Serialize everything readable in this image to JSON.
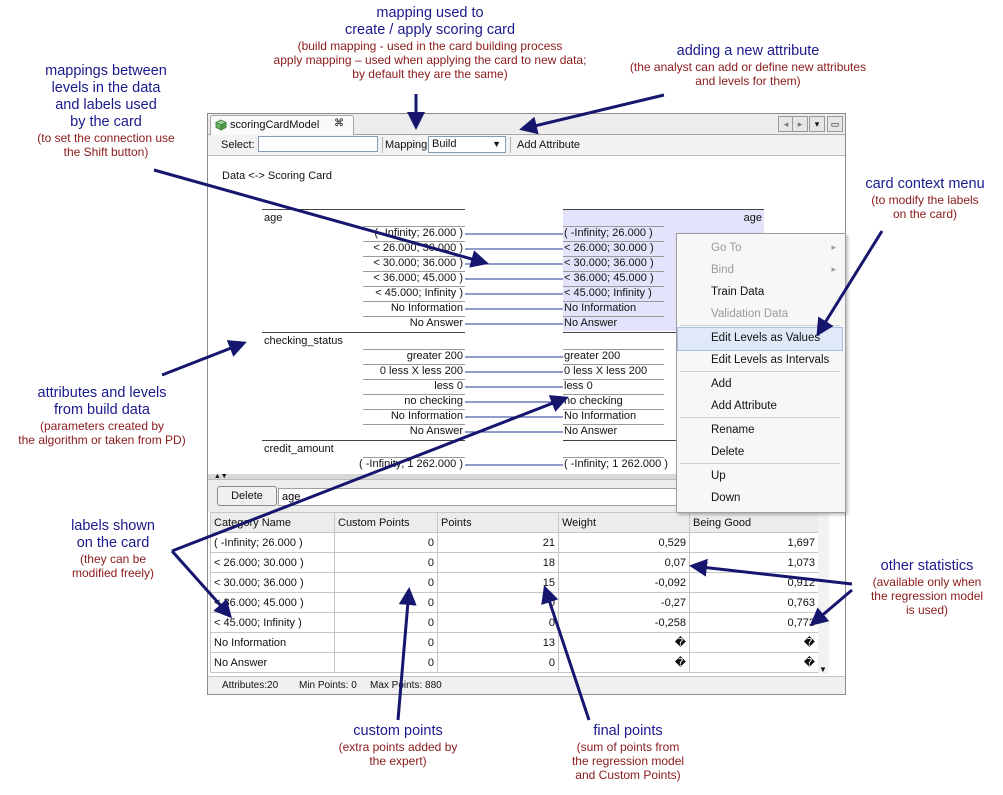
{
  "window": {
    "tab_title": "scoringCardModel",
    "tab_close": "⌘",
    "nav": [
      "◂",
      "▸",
      "▾",
      "▭"
    ]
  },
  "toolbar": {
    "select_label": "Select:",
    "select_value": "",
    "mapping_label": "Mapping:",
    "mapping_value": "Build",
    "add_attribute": "Add Attribute"
  },
  "card": {
    "title": "Data <-> Scoring Card",
    "attributes": [
      {
        "name": "age",
        "card_name": "age",
        "levels": [
          {
            "data": "( -Infinity; 26.000 )",
            "card": "( -Infinity; 26.000 )"
          },
          {
            "data": "< 26.000; 30.000 )",
            "card": "< 26.000; 30.000 )"
          },
          {
            "data": "< 30.000; 36.000 )",
            "card": "< 30.000; 36.000 )"
          },
          {
            "data": "< 36.000; 45.000 )",
            "card": "< 36.000; 45.000 )"
          },
          {
            "data": "< 45.000; Infinity )",
            "card": "< 45.000; Infinity )"
          },
          {
            "data": "No Information",
            "card": "No Information"
          },
          {
            "data": "No Answer",
            "card": "No Answer"
          }
        ]
      },
      {
        "name": "checking_status",
        "levels": [
          {
            "data": "greater 200",
            "card": "greater 200"
          },
          {
            "data": "0 less X less 200",
            "card": "0 less X less 200"
          },
          {
            "data": "less 0",
            "card": "less 0"
          },
          {
            "data": "no checking",
            "card": "no checking"
          },
          {
            "data": "No Information",
            "card": "No Information"
          },
          {
            "data": "No Answer",
            "card": "No Answer"
          }
        ]
      },
      {
        "name": "credit_amount",
        "levels": [
          {
            "data": "( -Infinity; 1 262.000 )",
            "card": "( -Infinity; 1 262.000 )"
          }
        ]
      }
    ]
  },
  "menu": {
    "items": [
      {
        "label": "Go To",
        "disabled": true,
        "submenu": true
      },
      {
        "label": "Bind",
        "disabled": true,
        "submenu": true
      },
      {
        "label": "Train Data",
        "disabled": false
      },
      {
        "label": "Validation Data",
        "disabled": true
      },
      {
        "label": "Edit Levels as Values",
        "disabled": false,
        "highlighted": true
      },
      {
        "label": "Edit Levels as Intervals",
        "disabled": false
      },
      {
        "label": "Add",
        "disabled": false
      },
      {
        "label": "Add Attribute",
        "disabled": false
      },
      {
        "label": "Rename",
        "disabled": false
      },
      {
        "label": "Delete",
        "disabled": false
      },
      {
        "label": "Up",
        "disabled": false
      },
      {
        "label": "Down",
        "disabled": false
      }
    ],
    "submenu_arrow": "▸"
  },
  "editor": {
    "delete_button": "Delete",
    "attribute_field": "age"
  },
  "table": {
    "columns": [
      "Category Name",
      "Custom Points",
      "Points",
      "Weight",
      "Being Good"
    ],
    "rows": [
      [
        "( -Infinity; 26.000 )",
        "0",
        "21",
        "0,529",
        "1,697"
      ],
      [
        "< 26.000; 30.000 )",
        "0",
        "18",
        "0,07",
        "1,073"
      ],
      [
        "< 30.000; 36.000 )",
        "0",
        "15",
        "-0,092",
        "0,912"
      ],
      [
        "< 36.000; 45.000 )",
        "0",
        "0",
        "-0,27",
        "0,763"
      ],
      [
        "< 45.000; Infinity )",
        "0",
        "0",
        "-0,258",
        "0,773"
      ],
      [
        "No Information",
        "0",
        "13",
        "�",
        "�"
      ],
      [
        "No Answer",
        "0",
        "0",
        "�",
        "�"
      ]
    ]
  },
  "status": {
    "attributes": "Attributes:20",
    "min_points": "Min Points: 0",
    "max_points": "Max Points: 880"
  },
  "annotations": {
    "mapping": {
      "head": [
        "mapping used to",
        "create / apply scoring card"
      ],
      "sub": [
        "(build mapping - used in the card building process",
        "apply mapping – used when applying the card to new data;",
        "by default they are the same)"
      ]
    },
    "new_attr": {
      "head": [
        "adding a new attribute"
      ],
      "sub": [
        "(the analyst can add or define new attributes",
        "and levels for them)"
      ]
    },
    "mappings_between": {
      "head": [
        "mappings between",
        "levels in the data",
        "and labels used",
        "by the card"
      ],
      "sub": [
        "(to set the connection use",
        "the Shift button)"
      ]
    },
    "context_menu": {
      "head": [
        "card context menu"
      ],
      "sub": [
        "(to modify the labels",
        "on the card)"
      ]
    },
    "attrs_levels": {
      "head": [
        "attributes and levels",
        "from build data"
      ],
      "sub": [
        "(parameters created by",
        "the algorithm or taken from PD)"
      ]
    },
    "labels_shown": {
      "head": [
        "labels shown",
        "on the card"
      ],
      "sub": [
        "(they can be",
        "modified freely)"
      ]
    },
    "other_stats": {
      "head": [
        "other statistics"
      ],
      "sub": [
        "(available only when",
        "the regression model",
        "is used)"
      ]
    },
    "custom_points": {
      "head": [
        "custom points"
      ],
      "sub": [
        "(extra points added by",
        "the expert)"
      ]
    },
    "final_points": {
      "head": [
        "final points"
      ],
      "sub": [
        "(sum of points from",
        "the regression model",
        "and Custom Points)"
      ]
    }
  },
  "colors": {
    "annotation_head": "#1a1a8c",
    "annotation_sub": "#8b1a1a",
    "arrow": "#16166e",
    "card_highlight": "#e3e4fb",
    "mapping_line": "#1f3a93"
  }
}
